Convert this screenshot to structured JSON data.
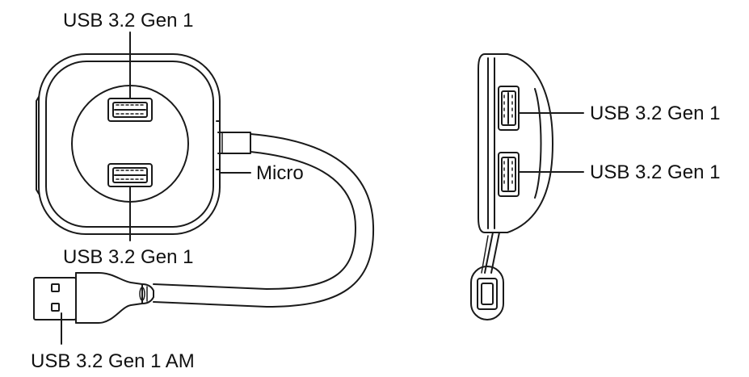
{
  "labels": {
    "top_port": "USB 3.2 Gen 1",
    "bottom_port": "USB 3.2 Gen 1",
    "micro": "Micro",
    "am_plug": "USB 3.2 Gen 1 AM",
    "side_port_upper": "USB 3.2 Gen 1",
    "side_port_lower": "USB 3.2 Gen 1"
  },
  "colors": {
    "stroke": "#1a1a1a",
    "background": "#ffffff"
  }
}
